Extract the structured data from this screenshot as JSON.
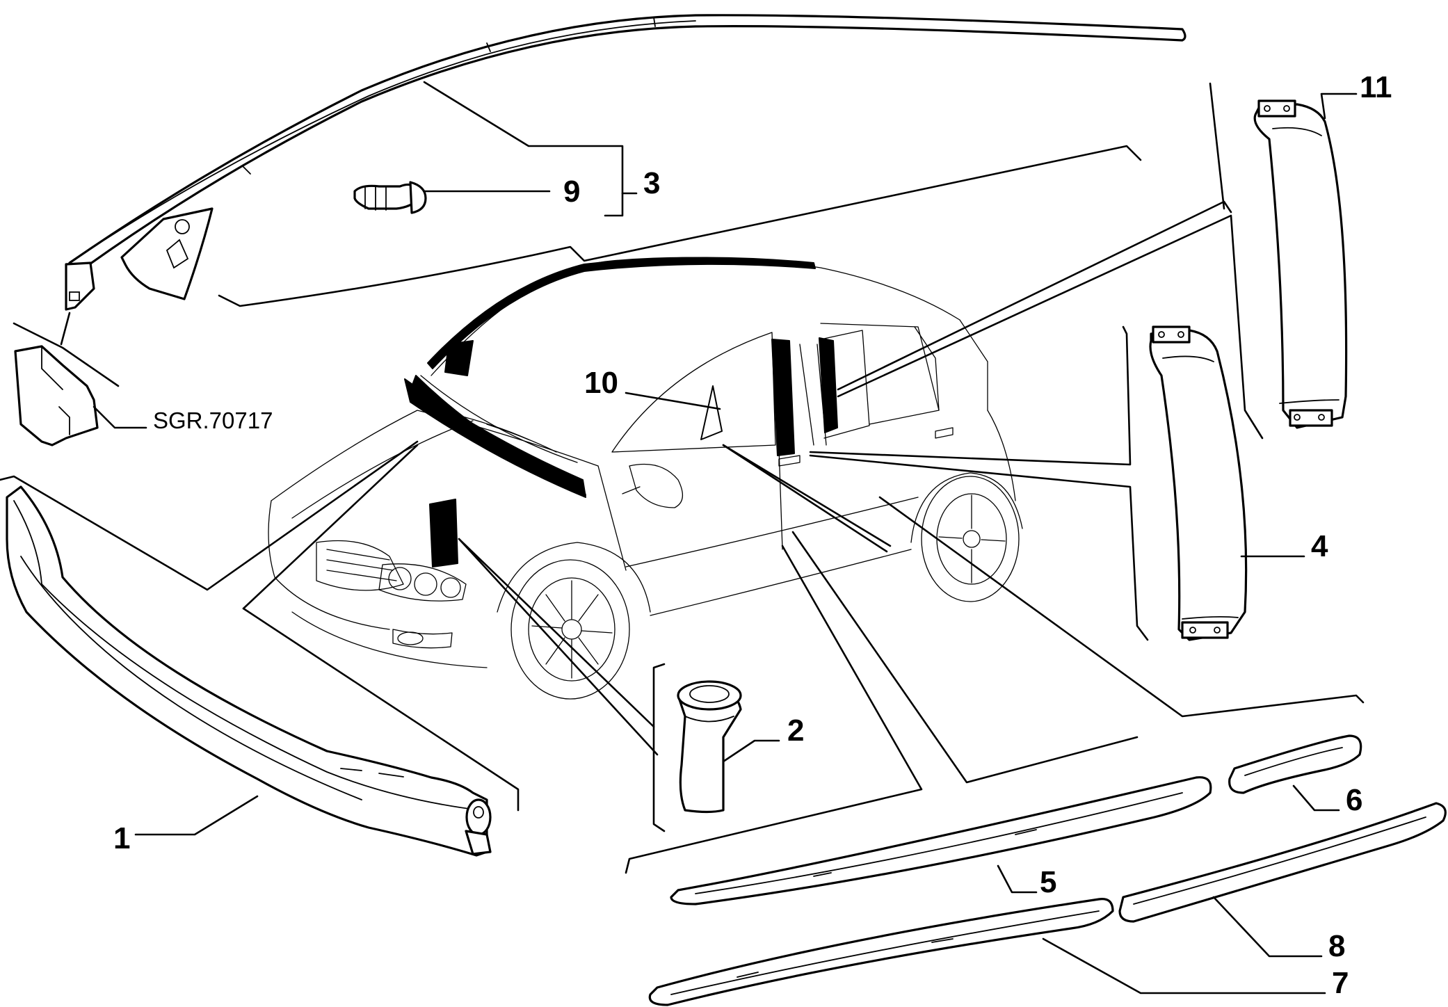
{
  "callouts": {
    "c1": "1",
    "c2": "2",
    "c3": "3",
    "c4": "4",
    "c5": "5",
    "c6": "6",
    "c7": "7",
    "c8": "8",
    "c9": "9",
    "c10": "10",
    "c11": "11"
  },
  "reference": "SGR.70717"
}
